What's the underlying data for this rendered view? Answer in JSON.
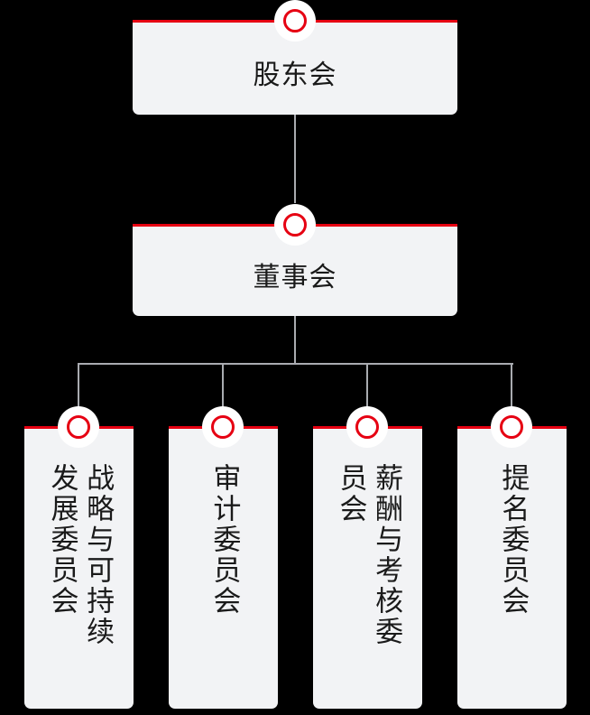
{
  "theme": {
    "background": "#000000",
    "card_fill": "#f2f3f5",
    "accent_red": "#e60012",
    "connector_gray": "#a9abb0",
    "text_color": "#1a1a1a"
  },
  "diagram": {
    "type": "organization-chart",
    "orientation": "top-down",
    "levels": 3
  },
  "nodes": {
    "shareholders": {
      "label": "股东会",
      "level": 1,
      "text_direction": "horizontal"
    },
    "board": {
      "label": "董事会",
      "level": 2,
      "text_direction": "horizontal"
    },
    "committees": [
      {
        "label": "战略与可持续发展委员会",
        "level": 3,
        "text_direction": "vertical-rl"
      },
      {
        "label": "审计委员会",
        "level": 3,
        "text_direction": "vertical-rl"
      },
      {
        "label": "薪酬与考核委员会",
        "level": 3,
        "text_direction": "vertical-rl"
      },
      {
        "label": "提名委员会",
        "level": 3,
        "text_direction": "vertical-rl"
      }
    ]
  }
}
